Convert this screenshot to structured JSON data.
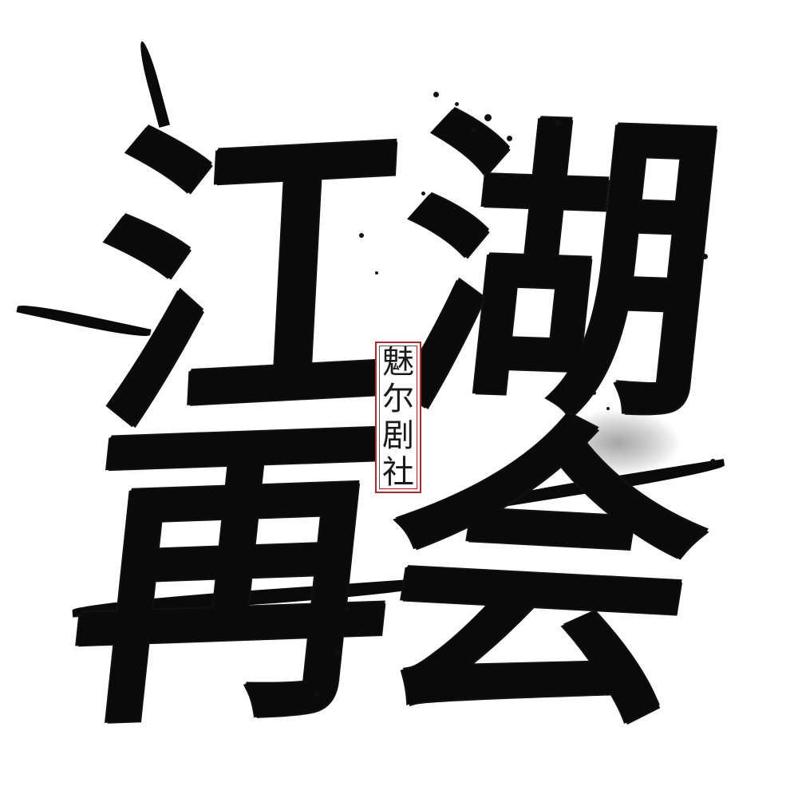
{
  "title_chars": [
    "江",
    "湖",
    "再",
    "会"
  ],
  "seal": {
    "chars": [
      "魅",
      "尔",
      "剧",
      "社"
    ],
    "border_color": "#b3262a"
  },
  "colors": {
    "ink": "#0a0a0a",
    "background": "#ffffff",
    "seal_red": "#b3262a"
  }
}
